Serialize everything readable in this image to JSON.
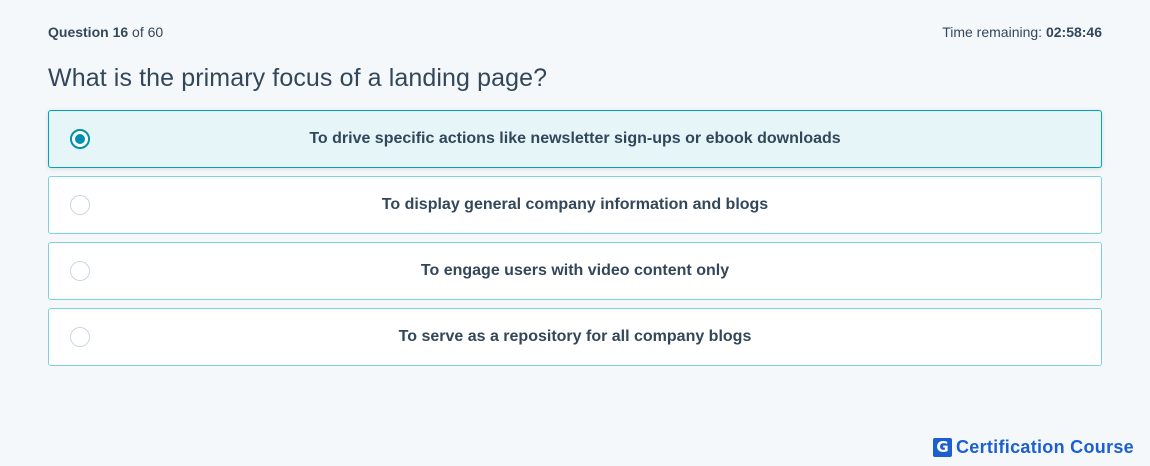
{
  "header": {
    "question_word": "Question",
    "question_number": "16",
    "of_text": "of 60",
    "time_label": "Time remaining:",
    "time_value": "02:58:46"
  },
  "question": {
    "text": "What is the primary focus of a landing page?"
  },
  "options": [
    {
      "label": "To drive specific actions like newsletter sign-ups or ebook downloads",
      "selected": true
    },
    {
      "label": "To display general company information and blogs",
      "selected": false
    },
    {
      "label": "To engage users with video content only",
      "selected": false
    },
    {
      "label": "To serve as a repository for all company blogs",
      "selected": false
    }
  ],
  "brand": {
    "mark": "G",
    "text": "Certification Course"
  },
  "colors": {
    "accent": "#0091ae",
    "selected_bg": "#e5f5f8",
    "brand": "#1b5fd1"
  },
  "icons": {
    "radio_selected": "radio-checked-icon",
    "radio_unselected": "radio-unchecked-icon",
    "brand_logo": "brand-logo-icon"
  }
}
